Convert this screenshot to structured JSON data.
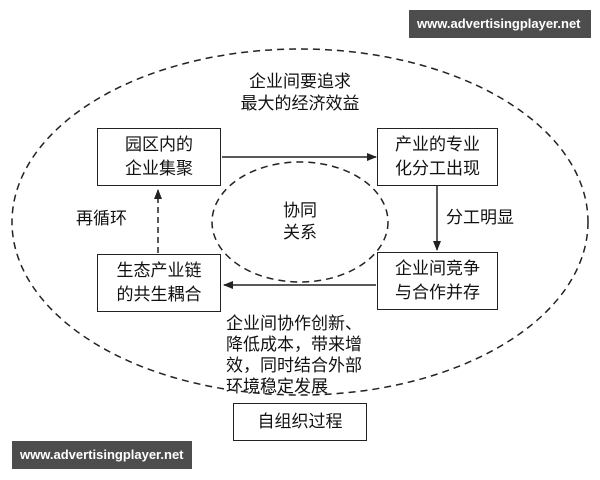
{
  "watermark_top": "www.advertisingplayer.net",
  "watermark_bottom": "www.advertisingplayer.net",
  "goal_label": "企业间要追求\n最大的经济效益",
  "center_label": "协同\n关系",
  "nodes": {
    "cluster": "园区内的\n企业集聚",
    "specialization": "产业的专业\n化分工出现",
    "competition": "企业间竞争\n与合作并存",
    "coupling": "生态产业链\n的共生耦合"
  },
  "edge_labels": {
    "division": "分工明显",
    "recycle": "再循环",
    "cooperation": "企业间协作创新、\n降低成本，带来增\n效，同时结合外部\n环境稳定发展"
  },
  "caption": "自组织过程"
}
